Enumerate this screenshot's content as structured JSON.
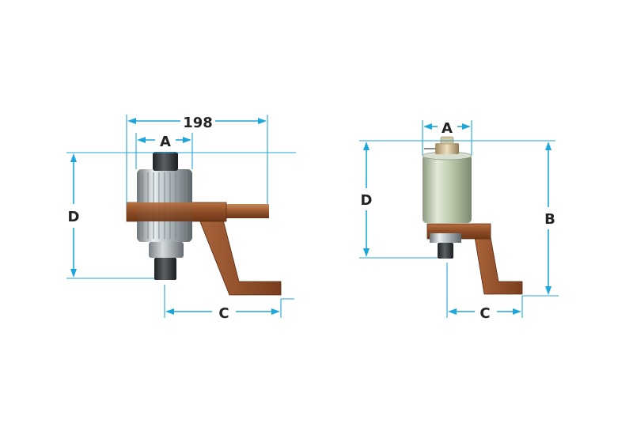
{
  "left_view": {
    "width_label": "198",
    "a_label": "A",
    "d_label": "D",
    "c_label": "C"
  },
  "right_view": {
    "a_label": "A",
    "d_label": "D",
    "b_label": "B",
    "c_label": "C"
  },
  "colors": {
    "dimension_line": "#1fa6d9",
    "reaction_arm": "#9c5a30",
    "motor_body": "#b9c8a8",
    "label_text": "#222222"
  }
}
